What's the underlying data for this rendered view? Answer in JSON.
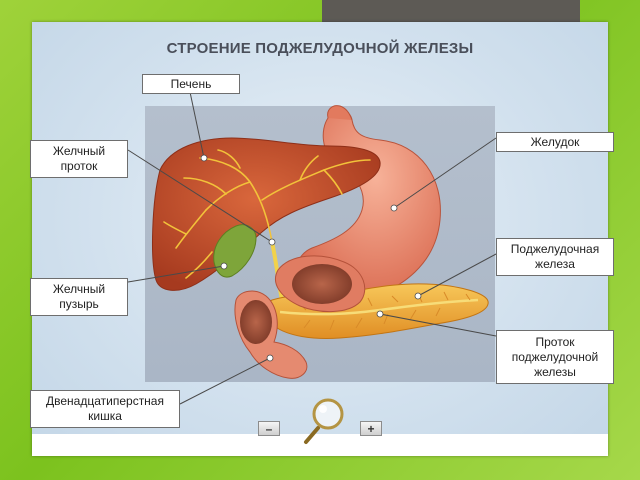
{
  "title": "СТРОЕНИЕ ПОДЖЕЛУДОЧНОЙ ЖЕЛЕЗЫ",
  "labels": {
    "liver": "Печень",
    "bile_duct": "Желчный проток",
    "stomach": "Желудок",
    "pancreas": "Поджелудочная железа",
    "gallbladder": "Желчный пузырь",
    "pancreatic_duct": "Проток поджелудочной железы",
    "duodenum": "Двенадцатиперстная кишка"
  },
  "zoom": {
    "minus": "–",
    "plus": "+"
  },
  "colors": {
    "liver": "#c8502c",
    "stomach": "#e98a6e",
    "pancreas": "#f2b03a",
    "gallbladder": "#7ea53a",
    "ducts": "#f2d24a"
  }
}
